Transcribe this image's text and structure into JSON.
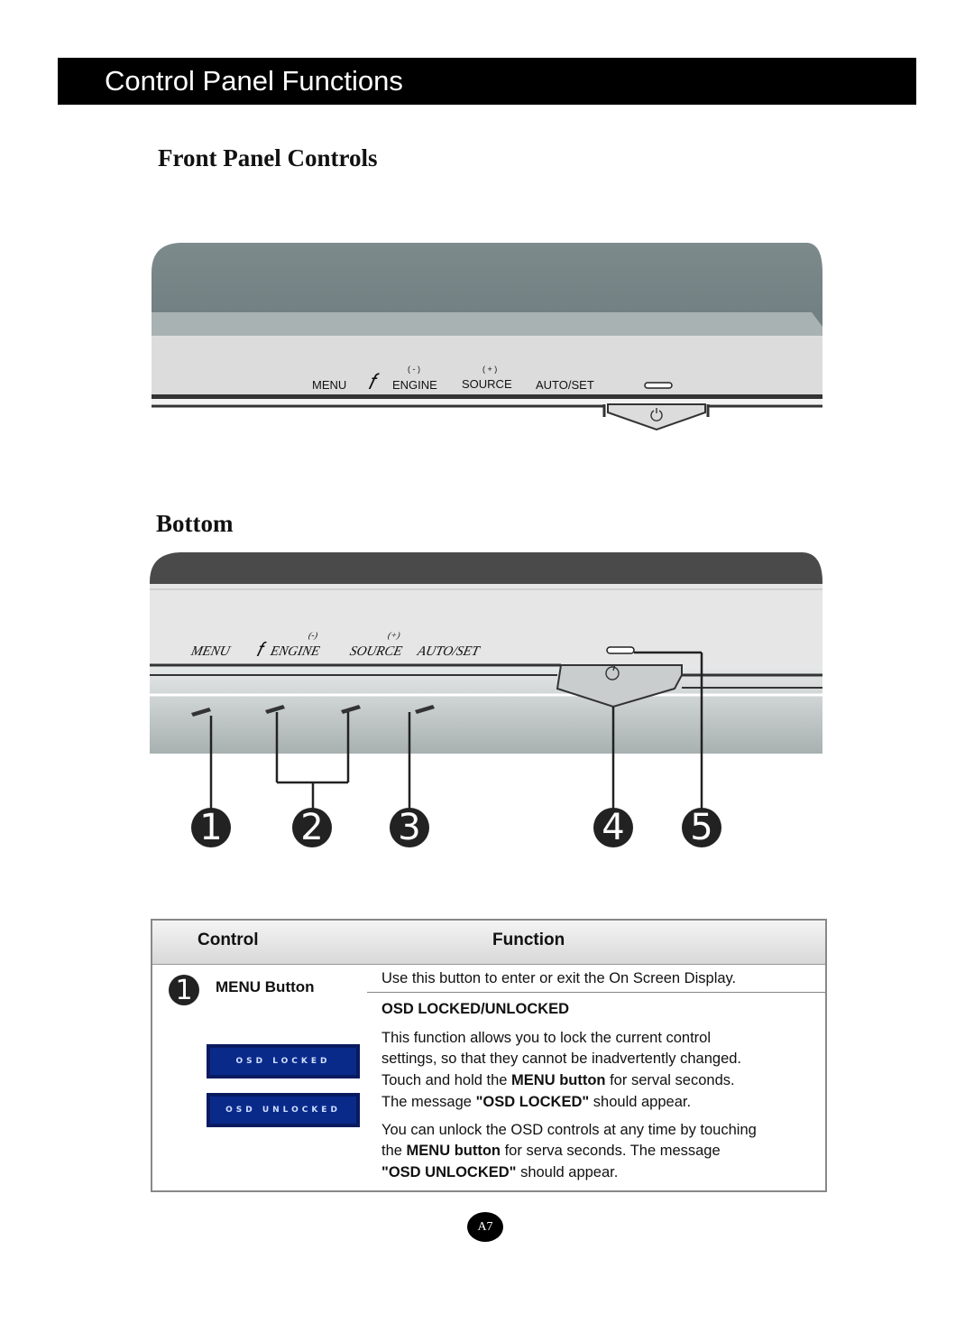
{
  "header": {
    "title": "Control Panel Functions"
  },
  "front": {
    "heading": "Front Panel Controls",
    "labels": {
      "menu": "MENU",
      "engine": "ENGINE",
      "engine_sign": "( - )",
      "source": "SOURCE",
      "source_sign": "( + )",
      "autoset": "AUTO/SET"
    }
  },
  "bottom": {
    "heading": "Bottom",
    "labels": {
      "menu": "MENU",
      "engine": "ENGINE",
      "engine_sign": "(-)",
      "source": "SOURCE",
      "source_sign": "(+)",
      "autoset": "AUTO/SET"
    },
    "callouts": [
      "1",
      "2",
      "3",
      "4",
      "5"
    ]
  },
  "table": {
    "col_control": "Control",
    "col_function": "Function",
    "row_num": "1",
    "control_name": "MENU Button",
    "line1": "Use this button to enter or exit the On Screen Display.",
    "osd_heading": "OSD LOCKED/UNLOCKED",
    "para1": [
      {
        "text": "This function allows you to lock the current control"
      },
      {
        "text": "settings, so that they cannot be inadvertently changed."
      },
      {
        "pre": "Touch and hold the ",
        "bold": "MENU button",
        "post": " for serval seconds."
      },
      {
        "pre": "The message ",
        "bold": "\"OSD LOCKED\"",
        "post": " should appear."
      }
    ],
    "para2": [
      {
        "text": "You can unlock the OSD controls at any time by touching"
      },
      {
        "pre": "the ",
        "bold": "MENU button",
        "post": " for serva seconds. The message"
      },
      {
        "pre": "",
        "bold": "\"OSD UNLOCKED\"",
        "post": " should appear."
      }
    ],
    "osd_locked_label": "OSD LOCKED",
    "osd_unlocked_label": "OSD UNLOCKED"
  },
  "page_number": "A7"
}
